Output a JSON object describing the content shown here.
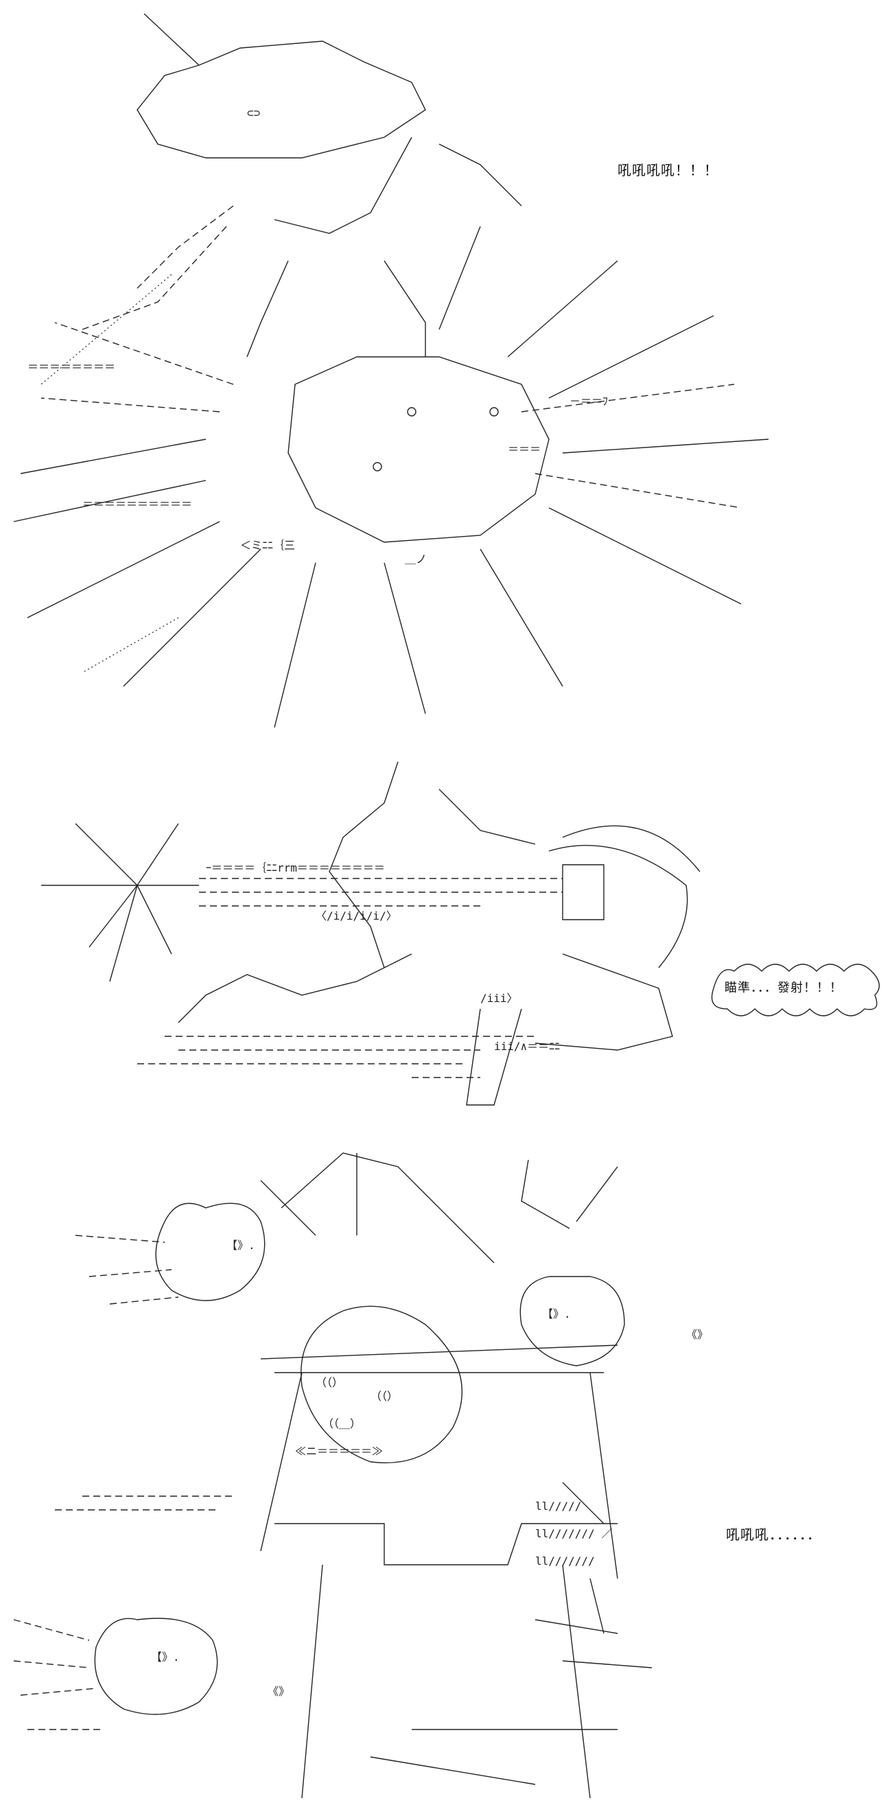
{
  "panels": [
    {
      "id": "panel-1",
      "caption": "吼吼吼吼！！！"
    },
    {
      "id": "panel-2",
      "caption": "瞄準．．．發射！！！"
    },
    {
      "id": "panel-3",
      "caption": "吼吼吼．．．．．．"
    }
  ],
  "colors": {
    "ink": "#222222",
    "background": "#ffffff"
  }
}
